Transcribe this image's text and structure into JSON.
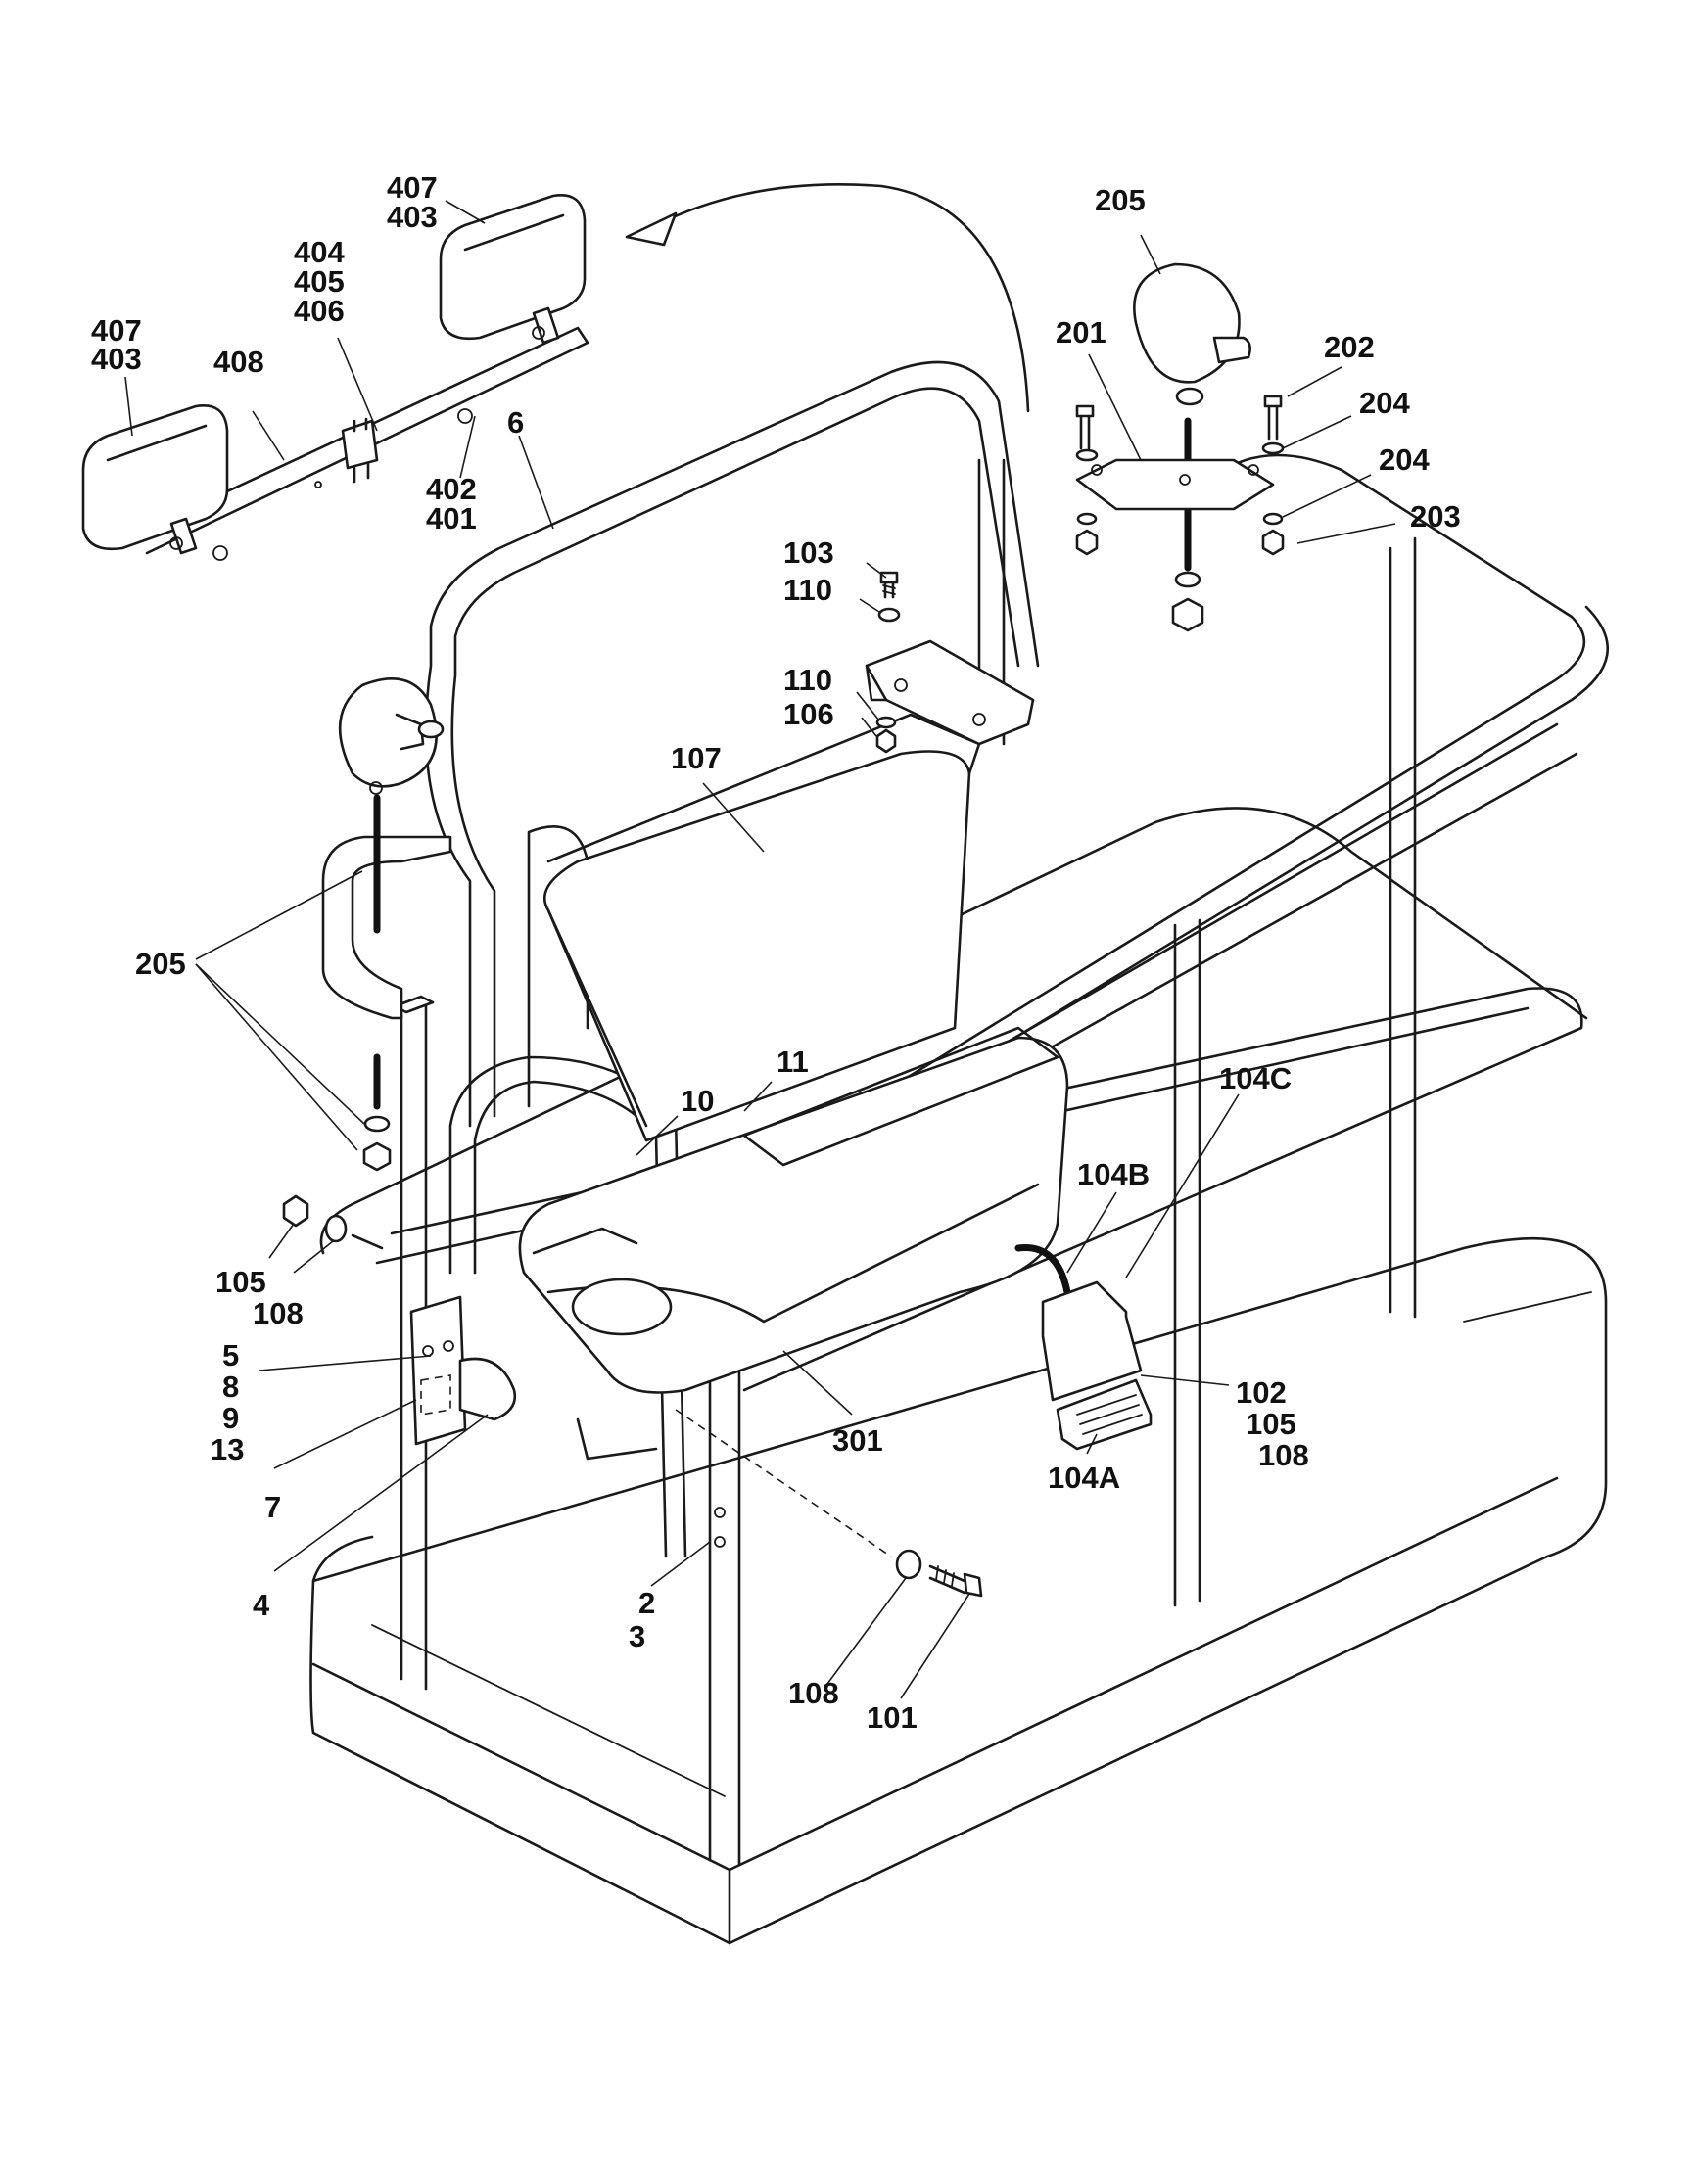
{
  "callouts": {
    "c_407a": "407",
    "c_403a": "403",
    "c_404": "404",
    "c_405": "405",
    "c_406": "406",
    "c_407b": "407",
    "c_403b": "403",
    "c_408": "408",
    "c_402": "402",
    "c_401": "401",
    "c_6": "6",
    "c_205a": "205",
    "c_201": "201",
    "c_202": "202",
    "c_204a": "204",
    "c_204b": "204",
    "c_203": "203",
    "c_103": "103",
    "c_110a": "110",
    "c_110b": "110",
    "c_106": "106",
    "c_107": "107",
    "c_205b": "205",
    "c_11": "11",
    "c_10": "10",
    "c_104c": "104C",
    "c_104b": "104B",
    "c_105a": "105",
    "c_108a": "108",
    "c_5": "5",
    "c_8": "8",
    "c_9": "9",
    "c_13": "13",
    "c_7": "7",
    "c_4": "4",
    "c_301": "301",
    "c_102": "102",
    "c_105b": "105",
    "c_108b": "108",
    "c_104a": "104A",
    "c_2": "2",
    "c_3": "3",
    "c_108c": "108",
    "c_101": "101"
  }
}
